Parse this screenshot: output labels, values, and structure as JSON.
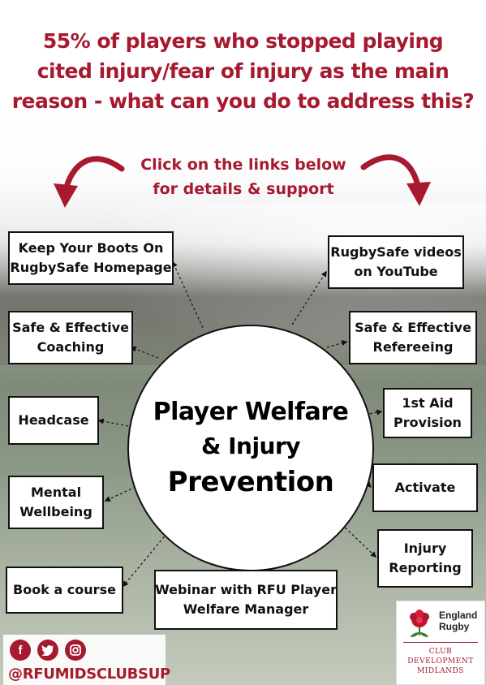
{
  "headline": {
    "line1": "55% of players who stopped playing",
    "line2": "cited injury/fear of injury as the main",
    "line3": "reason - what can you do to address this?"
  },
  "subhead": {
    "line1": "Click on the links below",
    "line2": "for details & support"
  },
  "center": {
    "line1": "Player Welfare",
    "line2": "& Injury",
    "line3": "Prevention"
  },
  "links": {
    "boots": [
      "Keep Your Boots On",
      "RugbySafe Homepage"
    ],
    "coaching": [
      "Safe & Effective",
      "Coaching"
    ],
    "headcase": [
      "Headcase"
    ],
    "mental": [
      "Mental",
      "Wellbeing"
    ],
    "course": [
      "Book a course"
    ],
    "webinar": [
      "Webinar with RFU Player",
      "Welfare Manager"
    ],
    "youtube": [
      "RugbySafe videos",
      "on YouTube"
    ],
    "refereeing": [
      "Safe & Effective",
      "Refereeing"
    ],
    "firstaid": [
      "1st Aid",
      "Provision"
    ],
    "activate": [
      "Activate"
    ],
    "injury": [
      "Injury",
      "Reporting"
    ]
  },
  "social": {
    "handle": "@RFUMIDSCLUBSUP",
    "icons": [
      "facebook-icon",
      "twitter-icon",
      "instagram-icon"
    ]
  },
  "badge": {
    "brand_line1": "England",
    "brand_line2": "Rugby",
    "org_line1": "CLUB",
    "org_line2": "DEVELOPMENT",
    "org_line3": "MIDLANDS"
  },
  "colors": {
    "accent": "#a6192e",
    "box_border": "#111111",
    "text": "#000000"
  }
}
